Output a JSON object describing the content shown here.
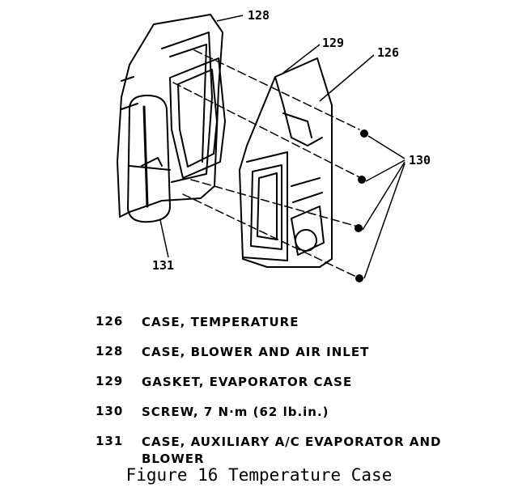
{
  "figure": {
    "top_partial_text": "",
    "callouts": {
      "c128": "128",
      "c129": "129",
      "c126": "126",
      "c130": "130",
      "c131": "131"
    },
    "legend": [
      {
        "num": "126",
        "text": "CASE, TEMPERATURE"
      },
      {
        "num": "128",
        "text": "CASE, BLOWER AND AIR INLET"
      },
      {
        "num": "129",
        "text": "GASKET, EVAPORATOR CASE"
      },
      {
        "num": "130",
        "text": "SCREW, 7 N·m (62 lb.in.)"
      },
      {
        "num": "131",
        "text": "CASE, AUXILIARY A/C EVAPORATOR AND BLOWER"
      }
    ],
    "caption": "Figure 16 Temperature Case"
  }
}
